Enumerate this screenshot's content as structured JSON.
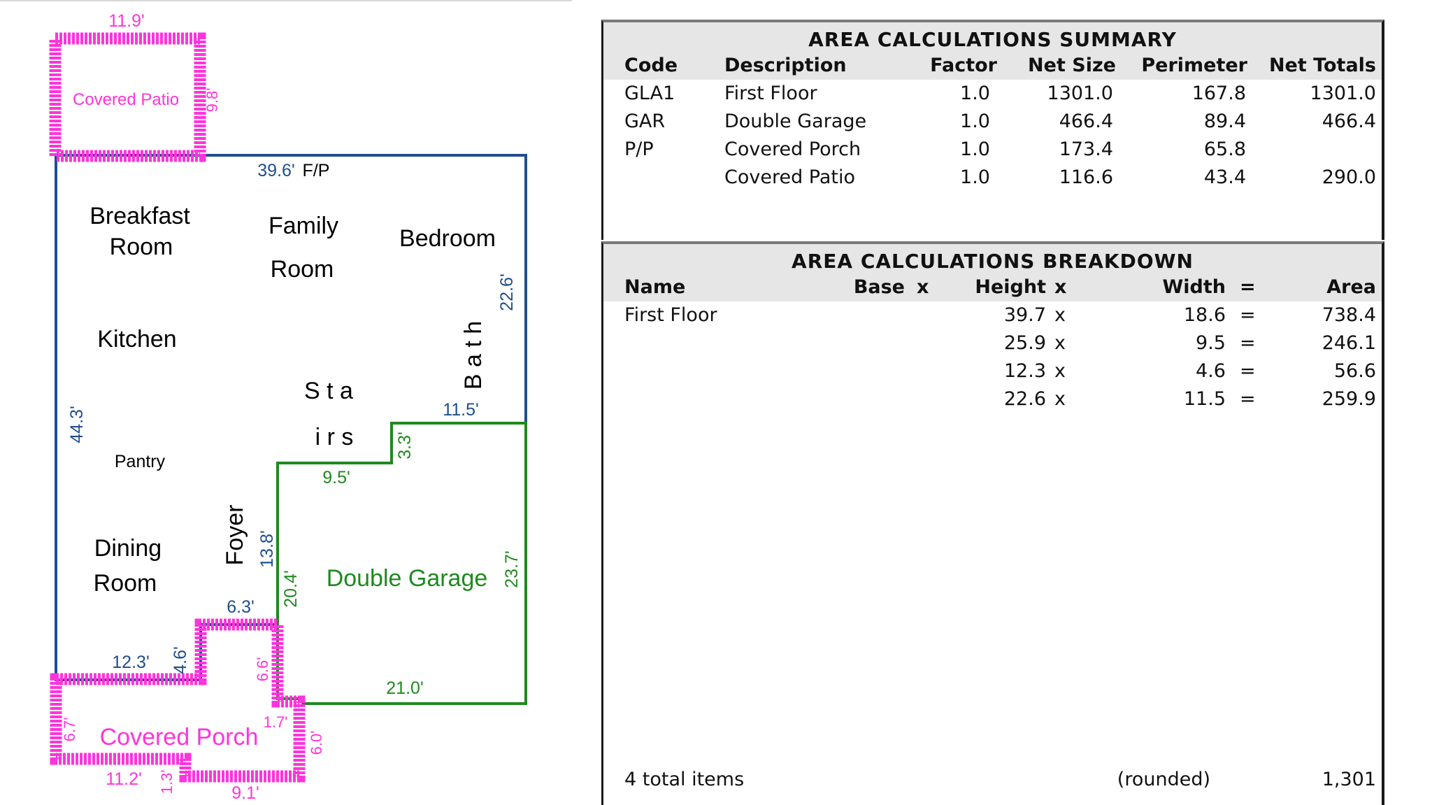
{
  "floor_plan": {
    "rooms": {
      "breakfast_1": "Breakfast",
      "breakfast_2": "Room",
      "family_1": "Family",
      "family_2": "Room",
      "bedroom": "Bedroom",
      "kitchen": "Kitchen",
      "stairs_1": "S t a",
      "stairs_2": "i r s",
      "bath": "B a t h",
      "pantry": "Pantry",
      "dining_1": "Dining",
      "dining_2": "Room",
      "foyer": "Foyer",
      "double_garage": "Double Garage",
      "covered_patio": "Covered Patio",
      "covered_porch": "Covered Porch"
    },
    "dimensions": {
      "patio_top": "11.9'",
      "patio_right": "9.8'",
      "floor_top": "39.6'",
      "fp": "F/P",
      "bath_right": "22.6'",
      "left": "44.3'",
      "bath_bottom": "11.5'",
      "garage_step_v": "3.3'",
      "garage_step_h": "9.5'",
      "foyer_v": "13.8'",
      "garage_left": "20.4'",
      "garage_right": "23.7'",
      "foyer_bottom": "6.3'",
      "porch_step_v": "4.6'",
      "dining_bottom": "12.3'",
      "porch_notch_v": "6.6'",
      "garage_bottom": "21.0'",
      "porch_left": "6.7'",
      "porch_right_small": "1.7'",
      "porch_right": "6.0'",
      "porch_bottom_left": "11.2'",
      "porch_bottom_notch": "1.3'",
      "porch_bottom_right": "9.1'"
    },
    "colors": {
      "gla": "#1f4e8c",
      "garage": "#1e8a1e",
      "porch": "#ff33dd",
      "text": "#000000"
    }
  },
  "summary": {
    "title": "AREA CALCULATIONS SUMMARY",
    "headers": {
      "code": "Code",
      "description": "Description",
      "factor": "Factor",
      "net_size": "Net Size",
      "perimeter": "Perimeter",
      "net_totals": "Net Totals"
    },
    "rows": [
      {
        "code": "GLA1",
        "description": "First Floor",
        "factor": "1.0",
        "net_size": "1301.0",
        "perimeter": "167.8",
        "net_totals": "1301.0"
      },
      {
        "code": "GAR",
        "description": "Double Garage",
        "factor": "1.0",
        "net_size": "466.4",
        "perimeter": "89.4",
        "net_totals": "466.4"
      },
      {
        "code": "P/P",
        "description": "Covered Porch",
        "factor": "1.0",
        "net_size": "173.4",
        "perimeter": "65.8",
        "net_totals": ""
      },
      {
        "code": "",
        "description": "Covered Patio",
        "factor": "1.0",
        "net_size": "116.6",
        "perimeter": "43.4",
        "net_totals": "290.0"
      }
    ]
  },
  "breakdown": {
    "title": "AREA CALCULATIONS BREAKDOWN",
    "headers": {
      "name": "Name",
      "base": "Base",
      "x1": "x",
      "height": "Height",
      "x2": "x",
      "width": "Width",
      "eq": "=",
      "area": "Area"
    },
    "rows": [
      {
        "name": "First Floor",
        "height": "39.7",
        "x": "x",
        "width": "18.6",
        "eq": "=",
        "area": "738.4"
      },
      {
        "name": "",
        "height": "25.9",
        "x": "x",
        "width": "9.5",
        "eq": "=",
        "area": "246.1"
      },
      {
        "name": "",
        "height": "12.3",
        "x": "x",
        "width": "4.6",
        "eq": "=",
        "area": "56.6"
      },
      {
        "name": "",
        "height": "22.6",
        "x": "x",
        "width": "11.5",
        "eq": "=",
        "area": "259.9"
      }
    ],
    "footer": {
      "count": "4 total items",
      "note": "(rounded)",
      "total": "1,301"
    }
  }
}
